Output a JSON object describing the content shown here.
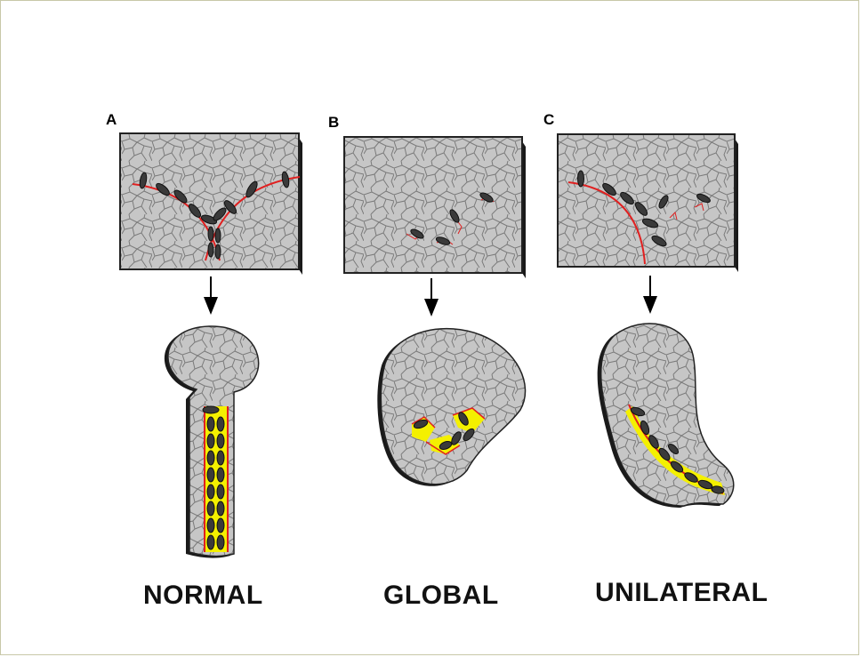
{
  "panels": [
    {
      "letter": "A",
      "caption": "NORMAL"
    },
    {
      "letter": "B",
      "caption": "GLOBAL"
    },
    {
      "letter": "C",
      "caption": "UNILATERAL"
    }
  ],
  "colors": {
    "tissue_fill": "#c6c6c6",
    "cell_outline": "#7a7a7a",
    "epithelium_line": "#e02020",
    "lumen_yellow": "#f4f000",
    "cell_nucleus": "#3a3a3a",
    "block_shadow": "#1a1a1a",
    "frame_border": "#c8c8a8"
  }
}
